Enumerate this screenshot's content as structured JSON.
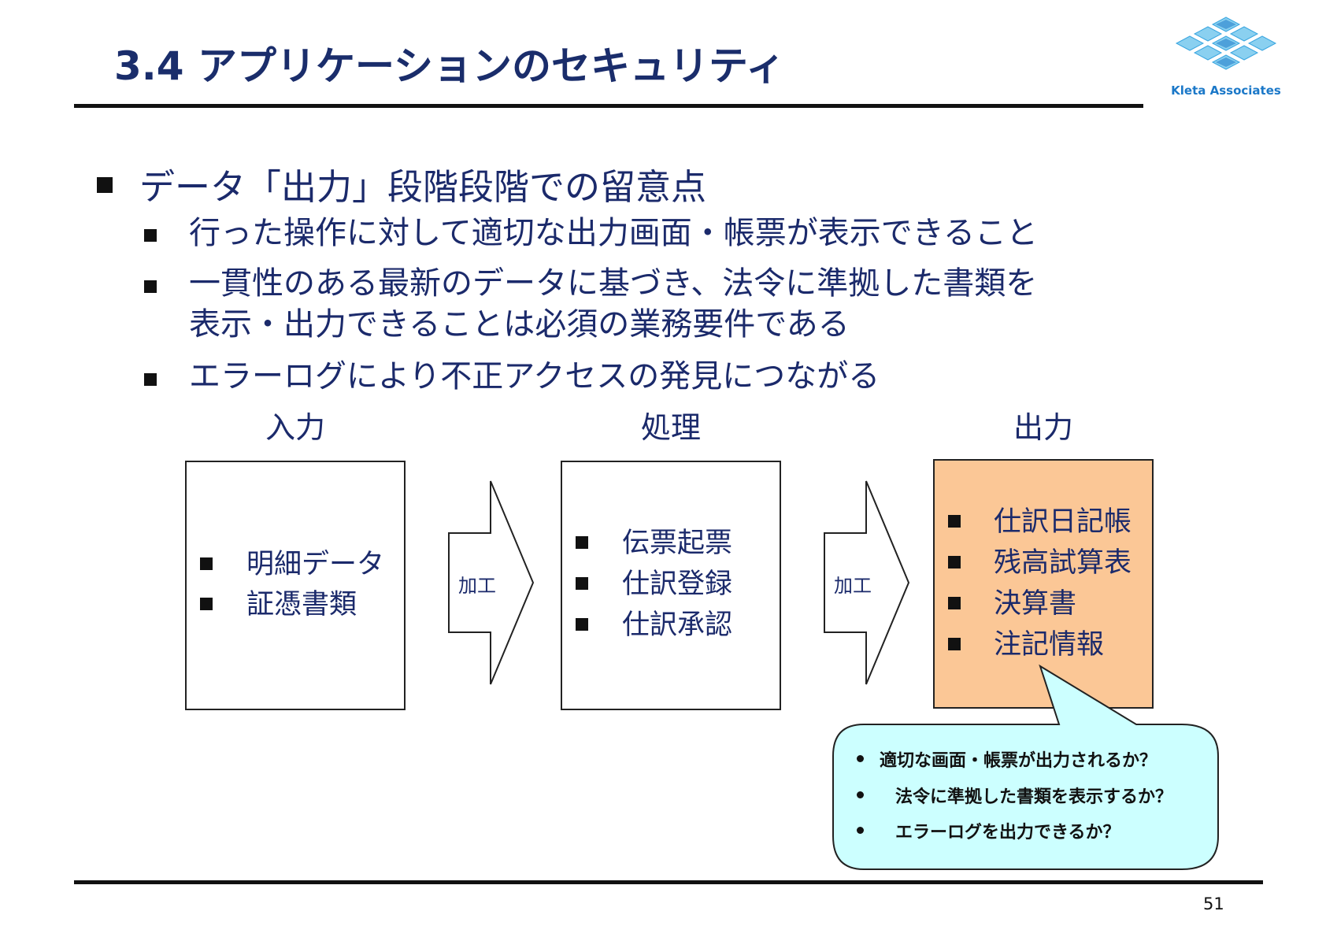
{
  "slide": {
    "title": "3.4 アプリケーションのセキュリティ",
    "logo_text": "Kleta Associates",
    "page_number": "51"
  },
  "bullets": {
    "main": "データ「出力」段階段階での留意点",
    "sub1": "行った操作に対して適切な出力画面・帳票が表示できること",
    "sub2_line1": "一貫性のある最新のデータに基づき、法令に準拠した書類を",
    "sub2_line2": "表示・出力できることは必須の業務要件である",
    "sub3": "エラーログにより不正アクセスの発見につながる"
  },
  "flow": {
    "input": {
      "heading": "入力",
      "items": [
        "明細データ",
        "証憑書類"
      ]
    },
    "arrow1_label": "加工",
    "process": {
      "heading": "処理",
      "items": [
        "伝票起票",
        "仕訳登録",
        "仕訳承認"
      ]
    },
    "arrow2_label": "加工",
    "output": {
      "heading": "出力",
      "items": [
        "仕訳日記帳",
        "残高試算表",
        "決算書",
        "注記情報"
      ]
    }
  },
  "callout": {
    "items": [
      "適切な画面・帳票が出力されるか？",
      "法令に準拠した書類を表示するか？",
      "エラーログを出力できるか？"
    ]
  },
  "colors": {
    "title_text": "#1a2d6b",
    "body_text": "#1b2a6b",
    "output_box_fill": "#fbc796",
    "callout_fill": "#ccffff",
    "logo_blue": "#1b78c8"
  }
}
